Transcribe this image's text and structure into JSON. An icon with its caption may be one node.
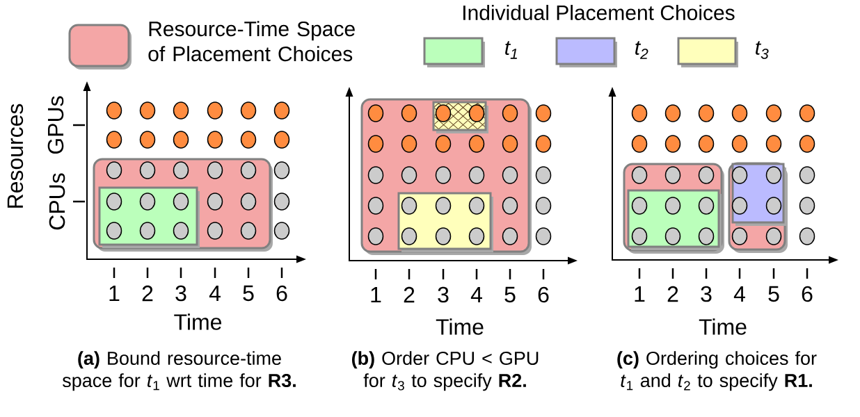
{
  "diagram": {
    "labels": [
      "Individual Placement Choices",
      "Resources",
      "GPUs",
      "CPUs",
      "1",
      "2",
      "3",
      "4",
      "5",
      "6",
      "Time",
      "1",
      "2",
      "3",
      "4",
      "5",
      "6",
      "Time",
      "1",
      "2",
      "3",
      "4",
      "5",
      "6",
      "Time",
      "**(a)** Bound resource-time space for *t*$_{1}$ wrt time for **R3.**",
      "**(b)** Order CPU < GPU for *t*$_{3}$ to specify **R2.**",
      "**(c)** Ordering choices for *t*$_{1}$ and *t*$_{2}$ to specify **R1.**"
    ],
    "legend": [
      {
        "text": "Resource-Time Space of Placement Choices"
      },
      {
        "text": "t$_{1}$",
        "color": "#bbffbb"
      },
      {
        "text": "t$_{2}$",
        "color": "#bbbbff"
      },
      {
        "text": "t$_{3}$",
        "color": "#ffffbb"
      }
    ]
  }
}
